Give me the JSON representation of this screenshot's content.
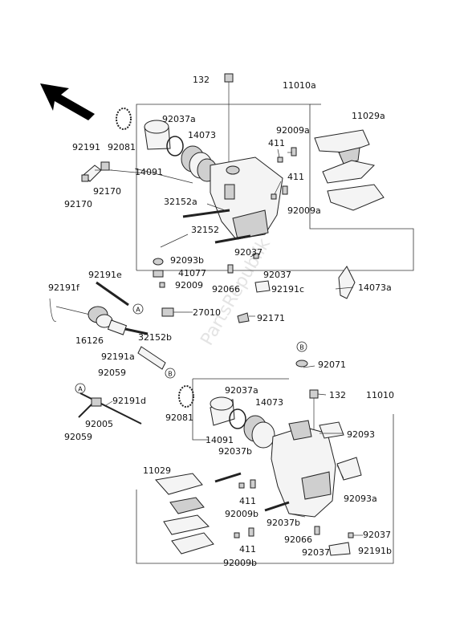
{
  "watermark": "PartsRepublik",
  "circle_markers": {
    "a": "A",
    "b": "B"
  },
  "labels": {
    "p132_top": "132",
    "p11010a": "11010a",
    "p92037a_top": "92037a",
    "p14073_top": "14073",
    "p11029a": "11029a",
    "p92009a_1": "92009a",
    "p411_1": "411",
    "p92191": "92191",
    "p92081_top": "92081",
    "p14091_top": "14091",
    "p92170_1": "92170",
    "p92170_2": "92170",
    "p411_2": "411",
    "p92009a_2": "92009a",
    "p32152a": "32152a",
    "p32152": "32152",
    "p92093b": "92093b",
    "p41077": "41077",
    "p92009": "92009",
    "p92037_top": "92037",
    "p92037_mid": "92037",
    "p92066_top": "92066",
    "p92191c": "92191c",
    "p14073a": "14073a",
    "p92191e": "92191e",
    "p92191f": "92191f",
    "p27010": "27010",
    "p92171": "92171",
    "p16126": "16126",
    "p32152b": "32152b",
    "p92191a": "92191a",
    "p92059_1": "92059",
    "p92071": "92071",
    "p132_bot": "132",
    "p11010": "11010",
    "p92037a_bot": "92037a",
    "p14073_bot": "14073",
    "p92081_bot": "92081",
    "p92191d": "92191d",
    "p92005": "92005",
    "p92059_2": "92059",
    "p14091_bot": "14091",
    "p92037b_1": "92037b",
    "p92093": "92093",
    "p11029": "11029",
    "p92093a": "92093a",
    "p411_3": "411",
    "p92009b_1": "92009b",
    "p92037b_2": "92037b",
    "p92066_bot": "92066",
    "p92037_bot1": "92037",
    "p92037_bot2": "92037",
    "p92191b": "92191b",
    "p411_4": "411",
    "p92009b_2": "92009b"
  }
}
